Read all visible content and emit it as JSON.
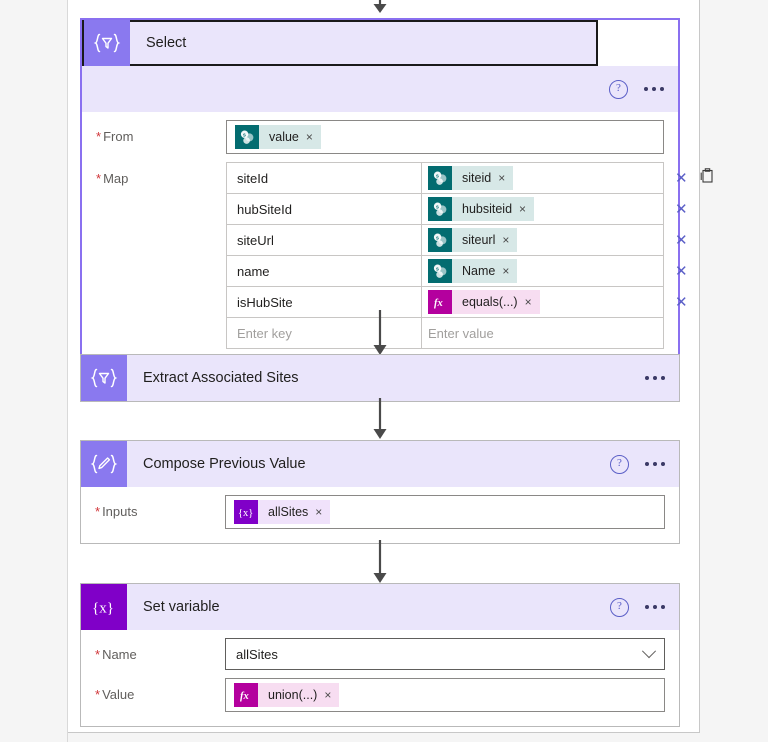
{
  "page": {
    "background": "#f5f5f5",
    "panel_background": "#ffffff"
  },
  "colors": {
    "card_header": "#eae5fb",
    "tile_lavender": "#8a79ef",
    "tile_deep_purple": "#8000c8",
    "selected_border": "#8a70f0",
    "selected_inner_border": "#1a1a1a",
    "sharepoint_teal": "#036c70",
    "expression_magenta": "#b4009e",
    "variable_purple": "#8000c8",
    "required_asterisk": "#d13438",
    "help_icon": "#5b5fc7",
    "connector": "#4a4a4a"
  },
  "cards": [
    {
      "id": "select",
      "title": "Select",
      "icon": "select-funnel-icon",
      "tile": "lavender",
      "selected": true,
      "has_help": true,
      "has_menu": true,
      "fields": {
        "from": {
          "label": "From",
          "required": true,
          "token": {
            "text": "value",
            "type": "sharepoint",
            "icon": "sharepoint-icon",
            "remove": "×"
          }
        },
        "map": {
          "label": "Map",
          "required": true,
          "key_placeholder": "Enter key",
          "value_placeholder": "Enter value",
          "rows": [
            {
              "key": "siteId",
              "value": "siteid",
              "type": "sharepoint",
              "icon": "sharepoint-icon",
              "remove": "×",
              "has_delete": true,
              "has_clipboard": true
            },
            {
              "key": "hubSiteId",
              "value": "hubsiteid",
              "type": "sharepoint",
              "icon": "sharepoint-icon",
              "remove": "×",
              "has_delete": true,
              "has_clipboard": false
            },
            {
              "key": "siteUrl",
              "value": "siteurl",
              "type": "sharepoint",
              "icon": "sharepoint-icon",
              "remove": "×",
              "has_delete": true,
              "has_clipboard": false
            },
            {
              "key": "name",
              "value": "Name",
              "type": "sharepoint",
              "icon": "sharepoint-icon",
              "remove": "×",
              "has_delete": true,
              "has_clipboard": false
            },
            {
              "key": "isHubSite",
              "value": "equals(...)",
              "type": "expression",
              "icon": "fx-icon",
              "remove": "×",
              "has_delete": true,
              "has_clipboard": false
            }
          ]
        }
      }
    },
    {
      "id": "extract-associated-sites",
      "title": "Extract Associated Sites",
      "icon": "select-funnel-icon",
      "tile": "lavender",
      "selected": false,
      "has_help": false,
      "has_menu": true,
      "collapsed": true
    },
    {
      "id": "compose-previous-value",
      "title": "Compose Previous Value",
      "icon": "compose-pencil-icon",
      "tile": "lavender",
      "selected": false,
      "has_help": true,
      "has_menu": true,
      "fields": {
        "inputs": {
          "label": "Inputs",
          "required": true,
          "token": {
            "text": "allSites",
            "type": "variable",
            "icon": "variable-icon",
            "remove": "×"
          }
        }
      }
    },
    {
      "id": "set-variable",
      "title": "Set variable",
      "icon": "set-variable-icon",
      "tile": "deep",
      "selected": false,
      "has_help": true,
      "has_menu": true,
      "fields": {
        "name": {
          "label": "Name",
          "required": true,
          "value": "allSites",
          "chevron": "chevron-down-icon"
        },
        "value": {
          "label": "Value",
          "required": true,
          "token": {
            "text": "union(...)",
            "type": "expression",
            "icon": "fx-icon",
            "remove": "×"
          }
        }
      }
    }
  ],
  "icons": {
    "help": "?",
    "menu": "ellipsis-icon",
    "delete_row": "✕",
    "clipboard": "clipboard-icon",
    "arrow": "down-arrow-connector"
  }
}
